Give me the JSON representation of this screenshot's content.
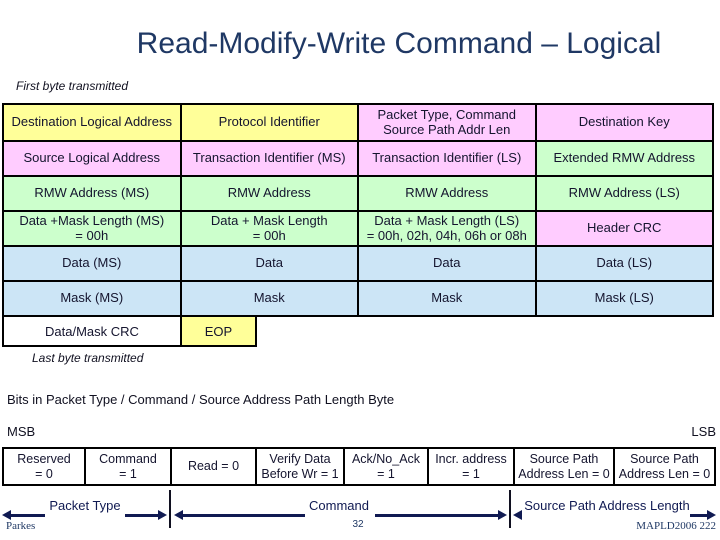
{
  "slide": {
    "title": "Read-Modify-Write Command – Logical",
    "first_byte_note": "First byte transmitted",
    "last_byte_note": "Last byte transmitted",
    "bits_caption": "Bits in Packet Type / Command / Source Address Path Length Byte",
    "msb_label": "MSB",
    "lsb_label": "LSB"
  },
  "packet_table": {
    "rows": [
      {
        "cells": [
          {
            "text": "Destination Logical Address",
            "color": "yellow"
          },
          {
            "text": "Protocol Identifier",
            "color": "yellow"
          },
          {
            "text": "Packet Type, Command\nSource Path Addr Len",
            "color": "pink"
          },
          {
            "text": "Destination Key",
            "color": "pink"
          }
        ]
      },
      {
        "cells": [
          {
            "text": "Source Logical Address",
            "color": "pink"
          },
          {
            "text": "Transaction Identifier (MS)",
            "color": "pink"
          },
          {
            "text": "Transaction Identifier (LS)",
            "color": "pink"
          },
          {
            "text": "Extended RMW Address",
            "color": "green"
          }
        ]
      },
      {
        "cells": [
          {
            "text": "RMW Address (MS)",
            "color": "green"
          },
          {
            "text": "RMW Address",
            "color": "green"
          },
          {
            "text": "RMW Address",
            "color": "green"
          },
          {
            "text": "RMW Address (LS)",
            "color": "green"
          }
        ]
      },
      {
        "cells": [
          {
            "text": "Data +Mask Length (MS)\n= 00h",
            "color": "green"
          },
          {
            "text": "Data + Mask Length\n= 00h",
            "color": "green"
          },
          {
            "text": "Data + Mask Length (LS)\n= 00h, 02h, 04h, 06h or 08h",
            "color": "green"
          },
          {
            "text": "Header CRC",
            "color": "pink"
          }
        ]
      },
      {
        "cells": [
          {
            "text": "Data (MS)",
            "color": "blue"
          },
          {
            "text": "Data",
            "color": "blue"
          },
          {
            "text": "Data",
            "color": "blue"
          },
          {
            "text": "Data (LS)",
            "color": "blue"
          }
        ]
      },
      {
        "cells": [
          {
            "text": "Mask (MS)",
            "color": "blue"
          },
          {
            "text": "Mask",
            "color": "blue"
          },
          {
            "text": "Mask",
            "color": "blue"
          },
          {
            "text": "Mask (LS)",
            "color": "blue"
          }
        ]
      }
    ],
    "crc_label": "Data/Mask CRC",
    "eop_label": "EOP"
  },
  "bits_table": {
    "cells": [
      "Reserved\n= 0",
      "Command\n= 1",
      "Read = 0",
      "Verify Data\nBefore Wr = 1",
      "Ack/No_Ack\n= 1",
      "Incr. address\n= 1",
      "Source Path\nAddress Len = 0",
      "Source Path\nAddress Len = 0"
    ]
  },
  "arrows": {
    "packet_type": "Packet Type",
    "command": "Command",
    "source_path": "Source Path Address Length"
  },
  "footer": {
    "author": "Parkes",
    "page_number": "32",
    "conference": "MAPLD2006 222"
  },
  "colors": {
    "title_navy": "#1F3864",
    "cell_yellow": "#FFFF99",
    "cell_pink": "#FFCCFF",
    "cell_green": "#CCFFCC",
    "cell_blue": "#CCE5F6",
    "arrow_navy": "#101a52",
    "border": "#000000"
  }
}
